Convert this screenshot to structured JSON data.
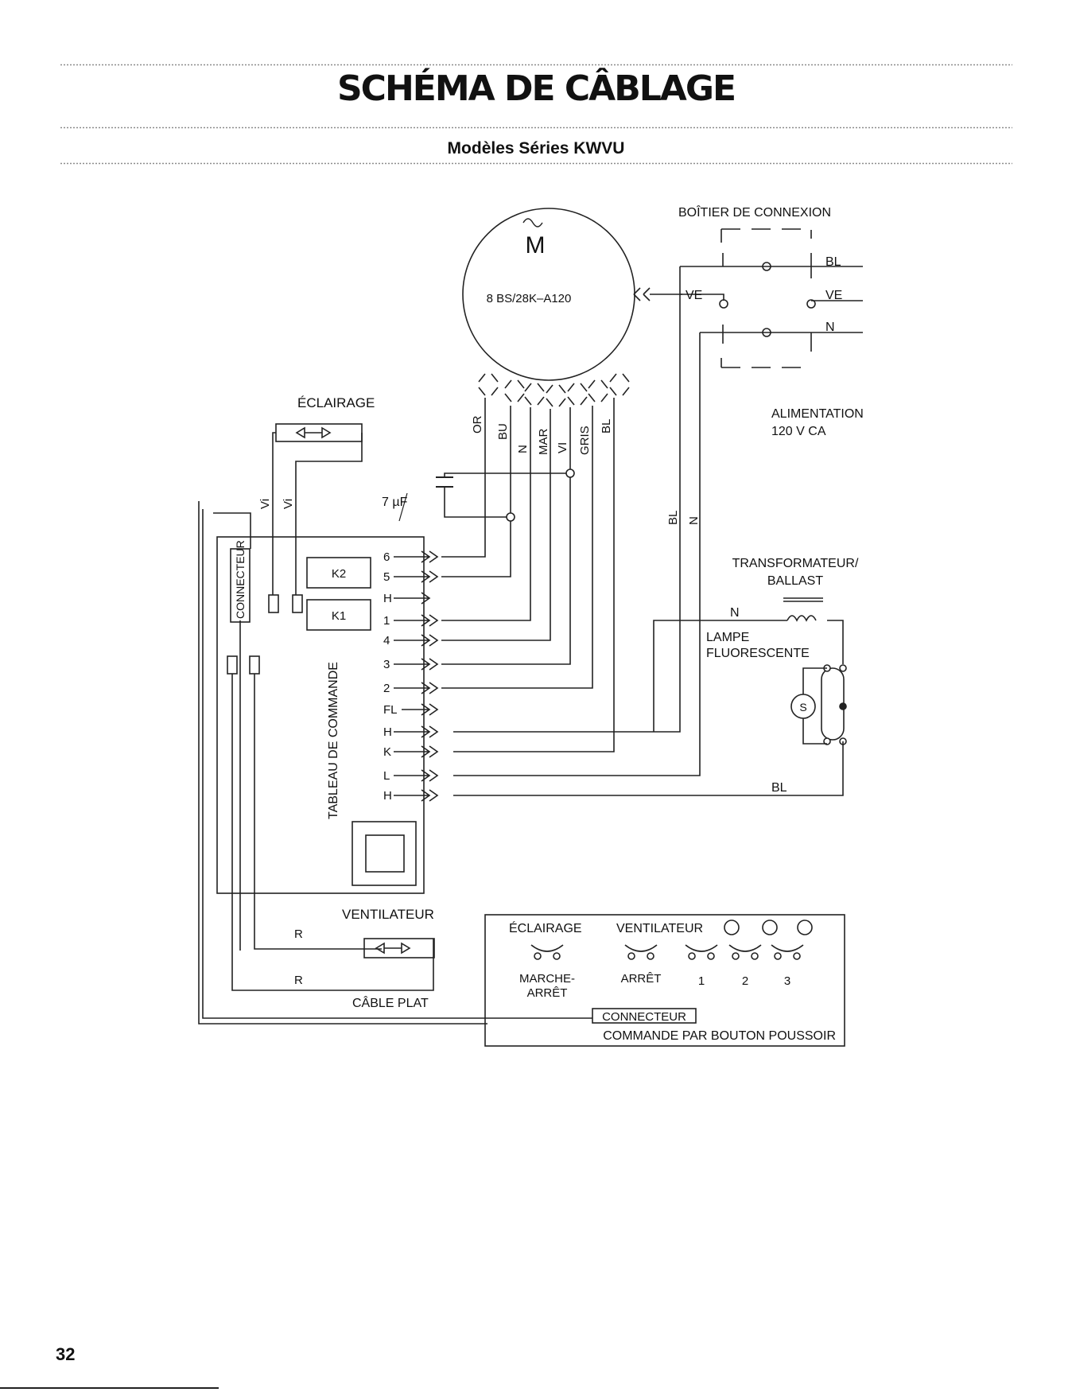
{
  "page": {
    "title": "SCHÉMA DE CÂBLAGE",
    "subtitle": "Modèles Séries KWVU",
    "page_number": "32"
  },
  "motor": {
    "symbol": "M",
    "model": "8  BS/28K–A120"
  },
  "junction_box": {
    "label": "BOÎTIER DE CONNEXION",
    "wire_bl": "BL",
    "wire_ve_left": "VE",
    "wire_ve_right": "VE",
    "wire_n": "N"
  },
  "power": {
    "line1": "ALIMENTATION",
    "line2": "120 V CA"
  },
  "motor_wires": [
    "OR",
    "BU",
    "N",
    "MAR",
    "VI",
    "GRIS",
    "BL"
  ],
  "capacitor": {
    "label": "7  µF"
  },
  "lighting": {
    "label": "ÉCLAIRAGE",
    "wire1": "Vi",
    "wire2": "Vi"
  },
  "control_board": {
    "label": "TABLEAU DE COMMANDE",
    "connector": "CONNECTEUR",
    "relay_k2": "K2",
    "relay_k1": "K1",
    "terminals": [
      "6",
      "5",
      "H",
      "1",
      "4",
      "3",
      "2",
      "FL",
      "H",
      "K",
      "L",
      "H"
    ]
  },
  "feed_wires": {
    "bl": "BL",
    "n": "N"
  },
  "transformer": {
    "line1": "TRANSFORMATEUR/",
    "line2": "BALLAST",
    "wire_n": "N"
  },
  "lamp": {
    "line1": "LAMPE",
    "line2": "FLUORESCENTE",
    "starter": "S",
    "wire_bl": "BL"
  },
  "fan": {
    "label": "VENTILATEUR",
    "wire1": "R",
    "wire2": "R"
  },
  "flat_cable": {
    "label": "CÂBLE PLAT"
  },
  "push_button": {
    "header_lighting": "ÉCLAIRAGE",
    "header_fan": "VENTILATEUR",
    "on_off_1": "MARCHE-",
    "on_off_2": "ARRÊT",
    "stop": "ARRÊT",
    "speed1": "1",
    "speed2": "2",
    "speed3": "3",
    "connector": "CONNECTEUR",
    "caption": "COMMANDE PAR BOUTON POUSSOIR"
  }
}
